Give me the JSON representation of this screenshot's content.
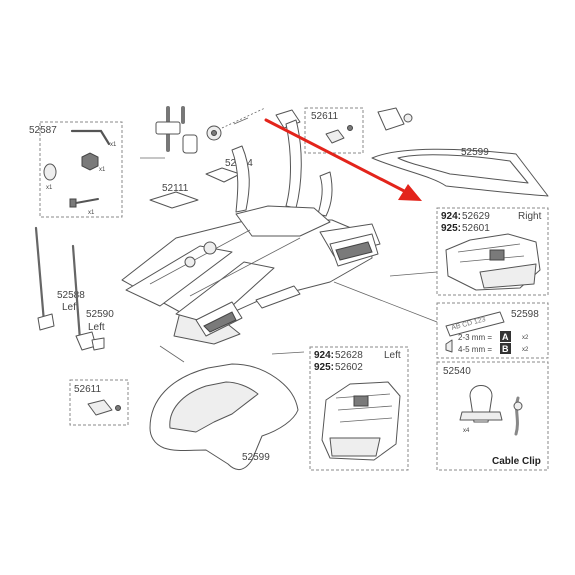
{
  "colors": {
    "arrow": "#e3241b",
    "line": "#555555",
    "box": "#888888"
  },
  "icons": [
    "allen-key-icon",
    "nut-icon",
    "screw-icon",
    "key-icon",
    "cable-clip-icon"
  ],
  "labels": {
    "p52587": "52587",
    "x1a": "x1",
    "x1b": "x1",
    "x1c": "x1",
    "x1d": "x1",
    "p52611_top": "52611",
    "p52599_top": "52599",
    "p52374": "52374",
    "p52111": "52111",
    "right_924_code": "924:",
    "right_924_part": "52629",
    "right_side": "Right",
    "right_925_code": "925:",
    "right_925_part": "52601",
    "p52588": "52588",
    "p52588_side": "Left",
    "p52590": "52590",
    "p52590_side": "Left",
    "p52598": "52598",
    "plate_text": "AB CD 123",
    "size_small": "2-3 mm =",
    "size_small_letter": "A",
    "size_small_qty": "x2",
    "size_large": "4-5 mm =",
    "size_large_letter": "B",
    "size_large_qty": "x2",
    "p52611_left": "52611",
    "left_924_code": "924:",
    "left_924_part": "52628",
    "left_side": "Left",
    "left_925_code": "925:",
    "left_925_part": "52602",
    "p52540": "52540",
    "x4": "x4",
    "cable_clip": "Cable Clip",
    "p52599_bottom": "52599"
  }
}
